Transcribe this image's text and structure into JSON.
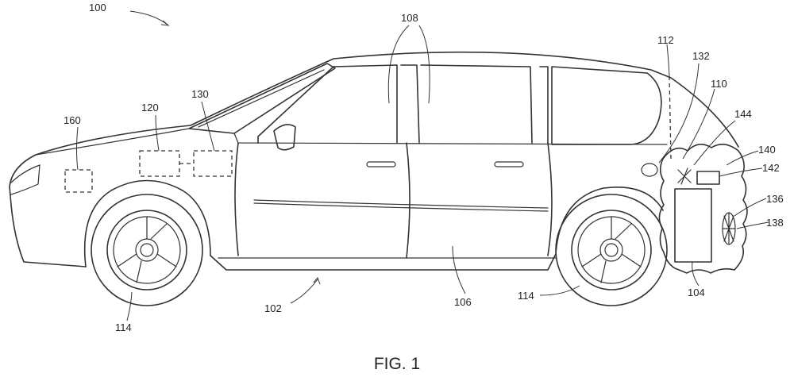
{
  "figure": {
    "caption": "FIG. 1",
    "labels": {
      "l100": "100",
      "l102": "102",
      "l104": "104",
      "l106": "106",
      "l108": "108",
      "l110": "110",
      "l112": "112",
      "l114a": "114",
      "l114b": "114",
      "l120": "120",
      "l130": "130",
      "l132": "132",
      "l136": "136",
      "l138": "138",
      "l140": "140",
      "l142": "142",
      "l144": "144",
      "l160": "160"
    }
  }
}
